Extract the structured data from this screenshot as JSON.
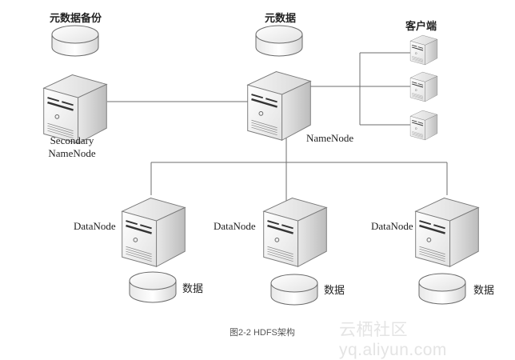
{
  "diagram": {
    "title": "HDFS架构",
    "caption": "图2-2    HDFS架构",
    "watermark": "云栖社区 yq.aliyun.com",
    "nodes": {
      "secondary_namenode": {
        "label_line1": "Secondary",
        "label_line2": "NameNode",
        "storage_label": "元数据备份"
      },
      "namenode": {
        "label": "NameNode",
        "storage_label": "元数据"
      },
      "clients": {
        "label": "客户端",
        "count": 3
      },
      "datanodes": [
        {
          "label": "DataNode",
          "storage_label": "数据"
        },
        {
          "label": "DataNode",
          "storage_label": "数据"
        },
        {
          "label": "DataNode",
          "storage_label": "数据"
        }
      ]
    },
    "connections": [
      {
        "from": "secondary_namenode",
        "to": "namenode"
      },
      {
        "from": "namenode",
        "to": "client-1"
      },
      {
        "from": "namenode",
        "to": "client-2"
      },
      {
        "from": "namenode",
        "to": "client-3"
      },
      {
        "from": "namenode",
        "to": "datanode-1"
      },
      {
        "from": "namenode",
        "to": "datanode-2"
      },
      {
        "from": "namenode",
        "to": "datanode-3"
      }
    ],
    "colors": {
      "line": "#6e6e6e",
      "server_front": "#f2f2f2",
      "server_side": "#cfcfcf",
      "server_top": "#e6e6e6",
      "outline": "#6a6a6a"
    }
  }
}
